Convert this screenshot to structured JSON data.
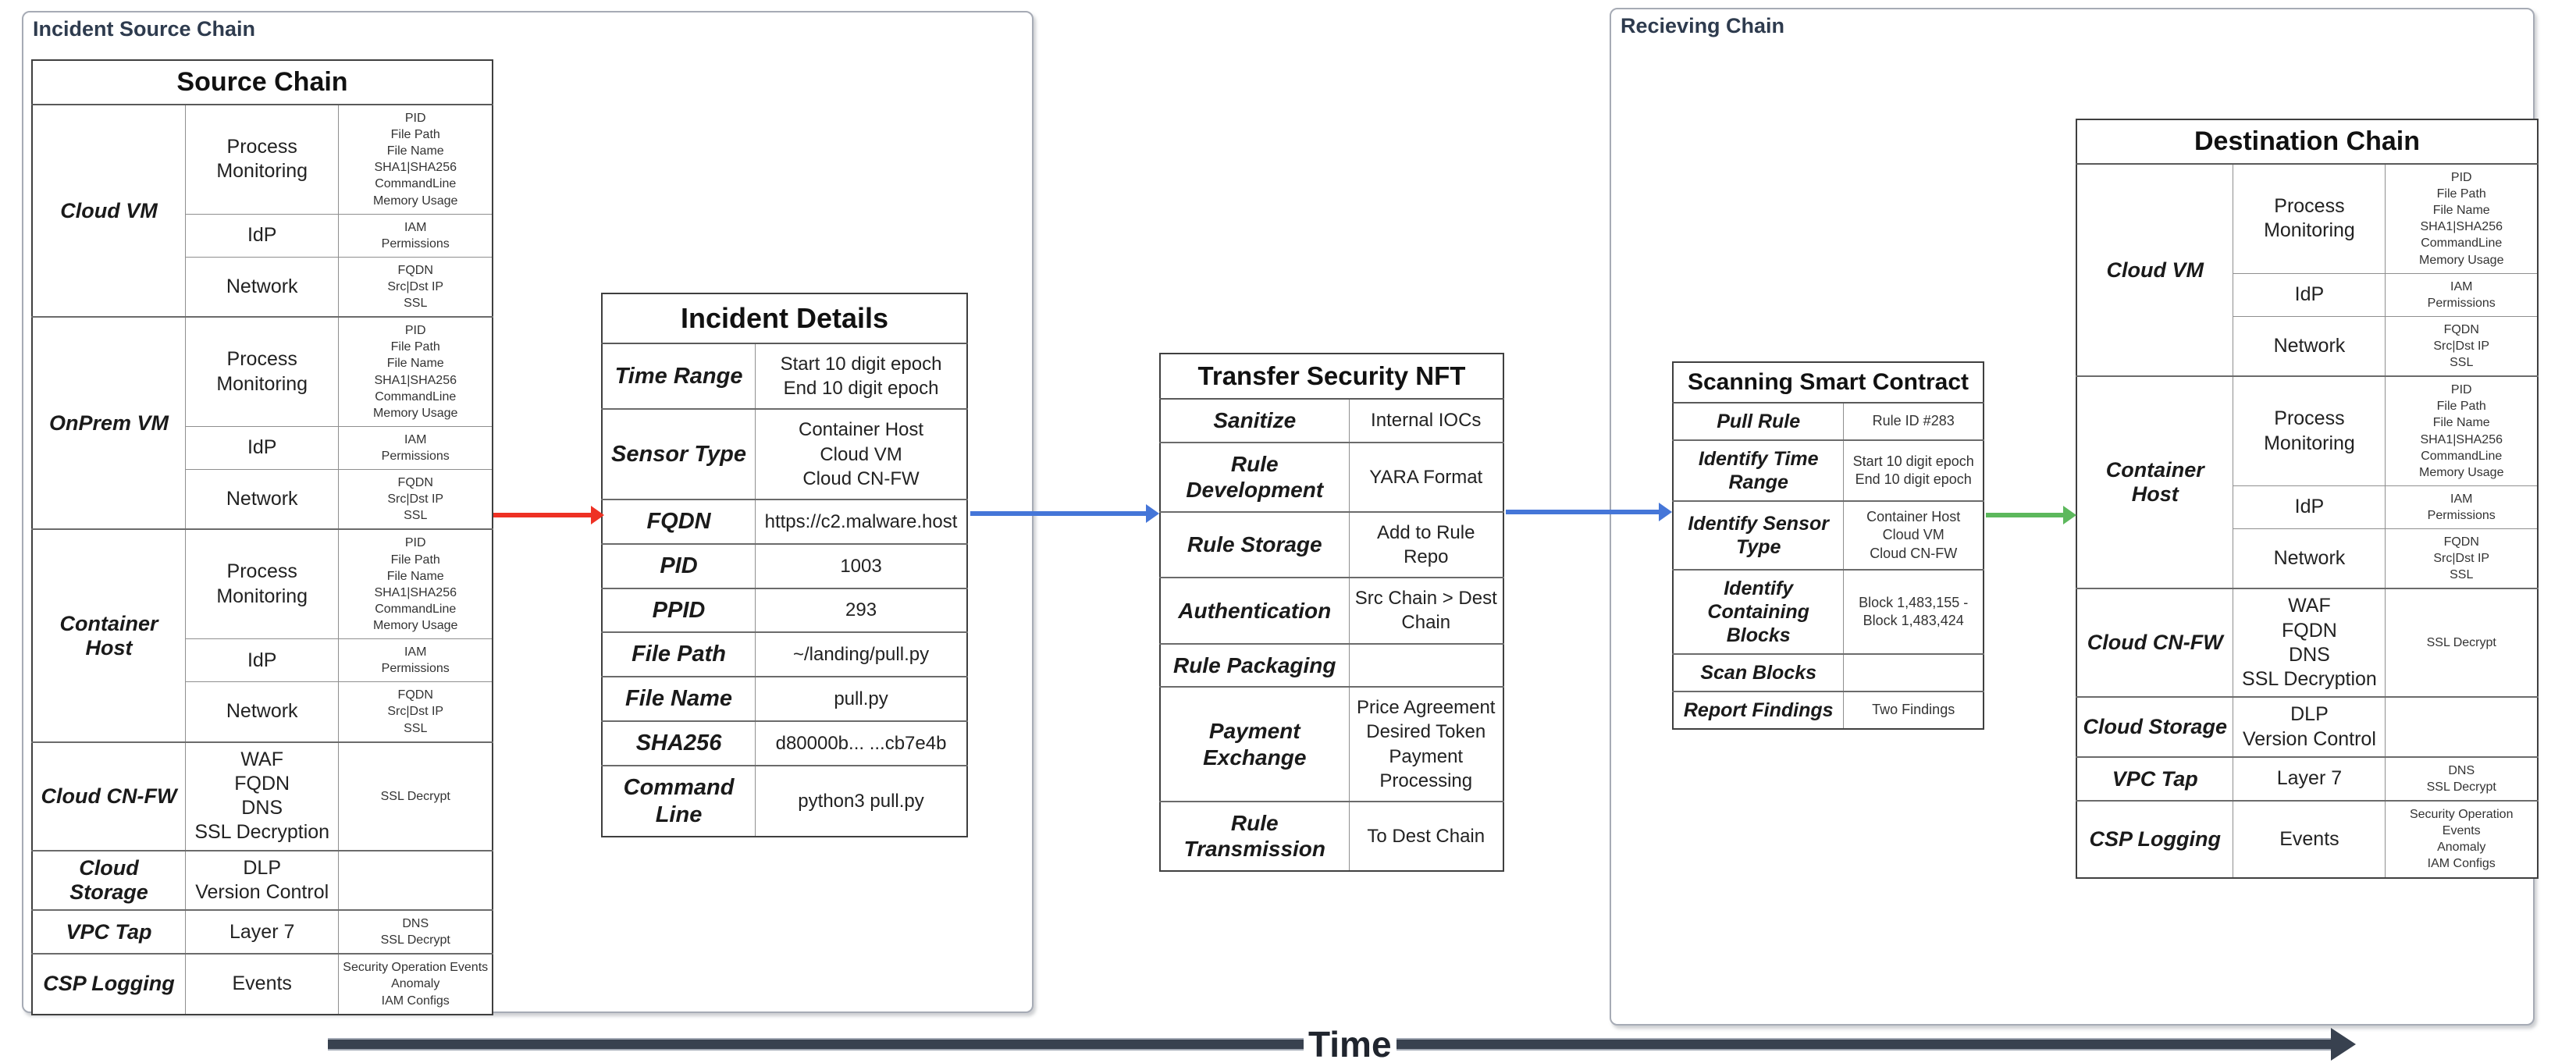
{
  "page": {
    "source_container_label": "Incident Source Chain",
    "receiving_container_label": "Recieving Chain",
    "time_label": "Time"
  },
  "accents": {
    "red_arrow": "#ee3124",
    "blue_arrow": "#4576d8",
    "green_arrow": "#5cb85c",
    "time_bar": "#38414f",
    "frame_label": "#2e3b4e"
  },
  "source_chain": {
    "title": "Source Chain",
    "groups": [
      {
        "name": "Cloud VM",
        "rows": [
          {
            "sensor": "Process Monitoring",
            "fields": "PID\nFile Path\nFile Name\nSHA1|SHA256\nCommandLine\nMemory Usage"
          },
          {
            "sensor": "IdP",
            "fields": "IAM\nPermissions"
          },
          {
            "sensor": "Network",
            "fields": "FQDN\nSrc|Dst IP\nSSL"
          }
        ]
      },
      {
        "name": "OnPrem VM",
        "rows": [
          {
            "sensor": "Process Monitoring",
            "fields": "PID\nFile Path\nFile Name\nSHA1|SHA256\nCommandLine\nMemory Usage"
          },
          {
            "sensor": "IdP",
            "fields": "IAM\nPermissions"
          },
          {
            "sensor": "Network",
            "fields": "FQDN\nSrc|Dst IP\nSSL"
          }
        ]
      },
      {
        "name": "Container Host",
        "rows": [
          {
            "sensor": "Process Monitoring",
            "fields": "PID\nFile Path\nFile Name\nSHA1|SHA256\nCommandLine\nMemory Usage"
          },
          {
            "sensor": "IdP",
            "fields": "IAM\nPermissions"
          },
          {
            "sensor": "Network",
            "fields": "FQDN\nSrc|Dst IP\nSSL"
          }
        ]
      },
      {
        "name": "Cloud CN-FW",
        "rows": [
          {
            "sensor": "WAF\nFQDN\nDNS\nSSL Decryption",
            "fields": "SSL Decrypt"
          }
        ]
      },
      {
        "name": "Cloud Storage",
        "rows": [
          {
            "sensor": "DLP\nVersion Control",
            "fields": ""
          }
        ]
      },
      {
        "name": "VPC Tap",
        "rows": [
          {
            "sensor": "Layer 7",
            "fields": "DNS\nSSL Decrypt"
          }
        ]
      },
      {
        "name": "CSP Logging",
        "rows": [
          {
            "sensor": "Events",
            "fields": "Security Operation Events\nAnomaly\nIAM Configs"
          }
        ]
      }
    ]
  },
  "incident_details": {
    "title": "Incident Details",
    "rows": [
      {
        "label": "Time Range",
        "value": "Start 10 digit epoch\nEnd 10 digit epoch"
      },
      {
        "label": "Sensor Type",
        "value": "Container Host\nCloud VM\nCloud CN-FW"
      },
      {
        "label": "FQDN",
        "value": "https://c2.malware.host"
      },
      {
        "label": "PID",
        "value": "1003"
      },
      {
        "label": "PPID",
        "value": "293"
      },
      {
        "label": "File Path",
        "value": "~/landing/pull.py"
      },
      {
        "label": "File Name",
        "value": "pull.py"
      },
      {
        "label": "SHA256",
        "value": "d80000b... ...cb7e4b"
      },
      {
        "label": "Command Line",
        "value": "python3 pull.py"
      }
    ]
  },
  "transfer_nft": {
    "title": "Transfer Security NFT",
    "rows": [
      {
        "label": "Sanitize",
        "value": "Internal IOCs"
      },
      {
        "label": "Rule Development",
        "value": "YARA Format"
      },
      {
        "label": "Rule Storage",
        "value": "Add to Rule Repo"
      },
      {
        "label": "Authentication",
        "value": "Src Chain > Dest Chain"
      },
      {
        "label": "Rule Packaging",
        "value": ""
      },
      {
        "label": "Payment Exchange",
        "value": "Price Agreement\nDesired Token\nPayment Processing"
      },
      {
        "label": "Rule Transmission",
        "value": "To Dest Chain"
      }
    ]
  },
  "scanning_contract": {
    "title": "Scanning Smart Contract",
    "rows": [
      {
        "label": "Pull Rule",
        "value": "Rule ID #283"
      },
      {
        "label": "Identify Time Range",
        "value": "Start 10 digit epoch\nEnd 10 digit epoch"
      },
      {
        "label": "Identify Sensor Type",
        "value": "Container Host\nCloud VM\nCloud CN-FW"
      },
      {
        "label": "Identify Containing Blocks",
        "value": "Block 1,483,155 -\nBlock 1,483,424"
      },
      {
        "label": "Scan Blocks",
        "value": ""
      },
      {
        "label": "Report Findings",
        "value": "Two Findings"
      }
    ]
  },
  "destination_chain": {
    "title": "Destination Chain",
    "groups": [
      {
        "name": "Cloud VM",
        "rows": [
          {
            "sensor": "Process Monitoring",
            "fields": "PID\nFile Path\nFile Name\nSHA1|SHA256\nCommandLine\nMemory Usage"
          },
          {
            "sensor": "IdP",
            "fields": "IAM\nPermissions"
          },
          {
            "sensor": "Network",
            "fields": "FQDN\nSrc|Dst IP\nSSL"
          }
        ]
      },
      {
        "name": "Container Host",
        "rows": [
          {
            "sensor": "Process Monitoring",
            "fields": "PID\nFile Path\nFile Name\nSHA1|SHA256\nCommandLine\nMemory Usage"
          },
          {
            "sensor": "IdP",
            "fields": "IAM\nPermissions"
          },
          {
            "sensor": "Network",
            "fields": "FQDN\nSrc|Dst IP\nSSL"
          }
        ]
      },
      {
        "name": "Cloud CN-FW",
        "rows": [
          {
            "sensor": "WAF\nFQDN\nDNS\nSSL Decryption",
            "fields": "SSL Decrypt"
          }
        ]
      },
      {
        "name": "Cloud Storage",
        "rows": [
          {
            "sensor": "DLP\nVersion Control",
            "fields": ""
          }
        ]
      },
      {
        "name": "VPC Tap",
        "rows": [
          {
            "sensor": "Layer 7",
            "fields": "DNS\nSSL Decrypt"
          }
        ]
      },
      {
        "name": "CSP Logging",
        "rows": [
          {
            "sensor": "Events",
            "fields": "Security Operation Events\nAnomaly\nIAM Configs"
          }
        ]
      }
    ]
  }
}
